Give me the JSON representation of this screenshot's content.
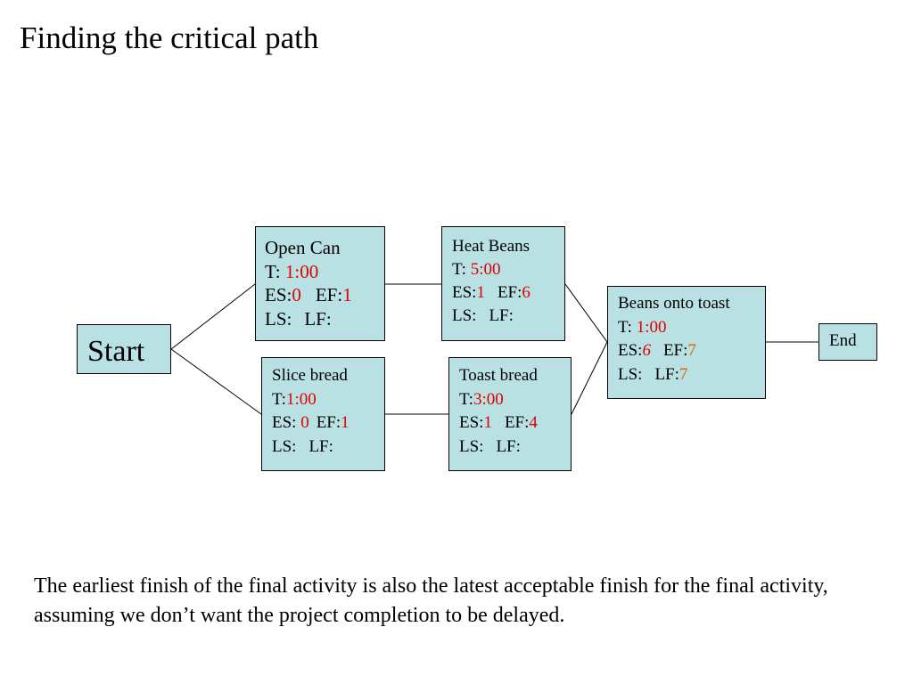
{
  "title": "Finding the critical path",
  "nodes": {
    "start": {
      "label": "Start"
    },
    "end": {
      "label": "End"
    },
    "open_can": {
      "name": "Open Can",
      "t_label": "T:",
      "t_value": "1:00",
      "es_label": "ES:",
      "es_value": "0",
      "ef_label": "EF:",
      "ef_value": "1",
      "ls_label": "LS:",
      "lf_label": "LF:"
    },
    "heat_beans": {
      "name": "Heat Beans",
      "t_label": "T:",
      "t_value": "5:00",
      "es_label": "ES:",
      "es_value": "1",
      "ef_label": "EF:",
      "ef_value": "6",
      "ls_label": "LS:",
      "lf_label": "LF:"
    },
    "slice_bread": {
      "name": "Slice bread",
      "t_label": "T:",
      "t_value": "1:00",
      "es_label": "ES:",
      "es_value": "0",
      "ef_label": "EF:",
      "ef_value": "1",
      "ls_label": "LS:",
      "lf_label": "LF:"
    },
    "toast_bread": {
      "name": "Toast bread",
      "t_label": "T:",
      "t_value": "3:00",
      "es_label": "ES:",
      "es_value": "1",
      "ef_label": "EF:",
      "ef_value": "4",
      "ls_label": "LS:",
      "lf_label": "LF:"
    },
    "beans_onto_toast": {
      "name": "Beans onto toast",
      "t_label": "T:",
      "t_value": "1:00",
      "es_label": "ES:",
      "es_value": "6",
      "ef_label": "EF:",
      "ef_value": "7",
      "ls_label": "LS:",
      "lf_label": "LF:",
      "lf_value": "7"
    }
  },
  "caption": "The earliest finish of the final activity is also the latest acceptable finish for the final activity, assuming we don’t want the project completion to be delayed.",
  "colors": {
    "node_fill": "#b9e0e3",
    "value_red": "#e00000",
    "value_orange": "#e06000"
  }
}
